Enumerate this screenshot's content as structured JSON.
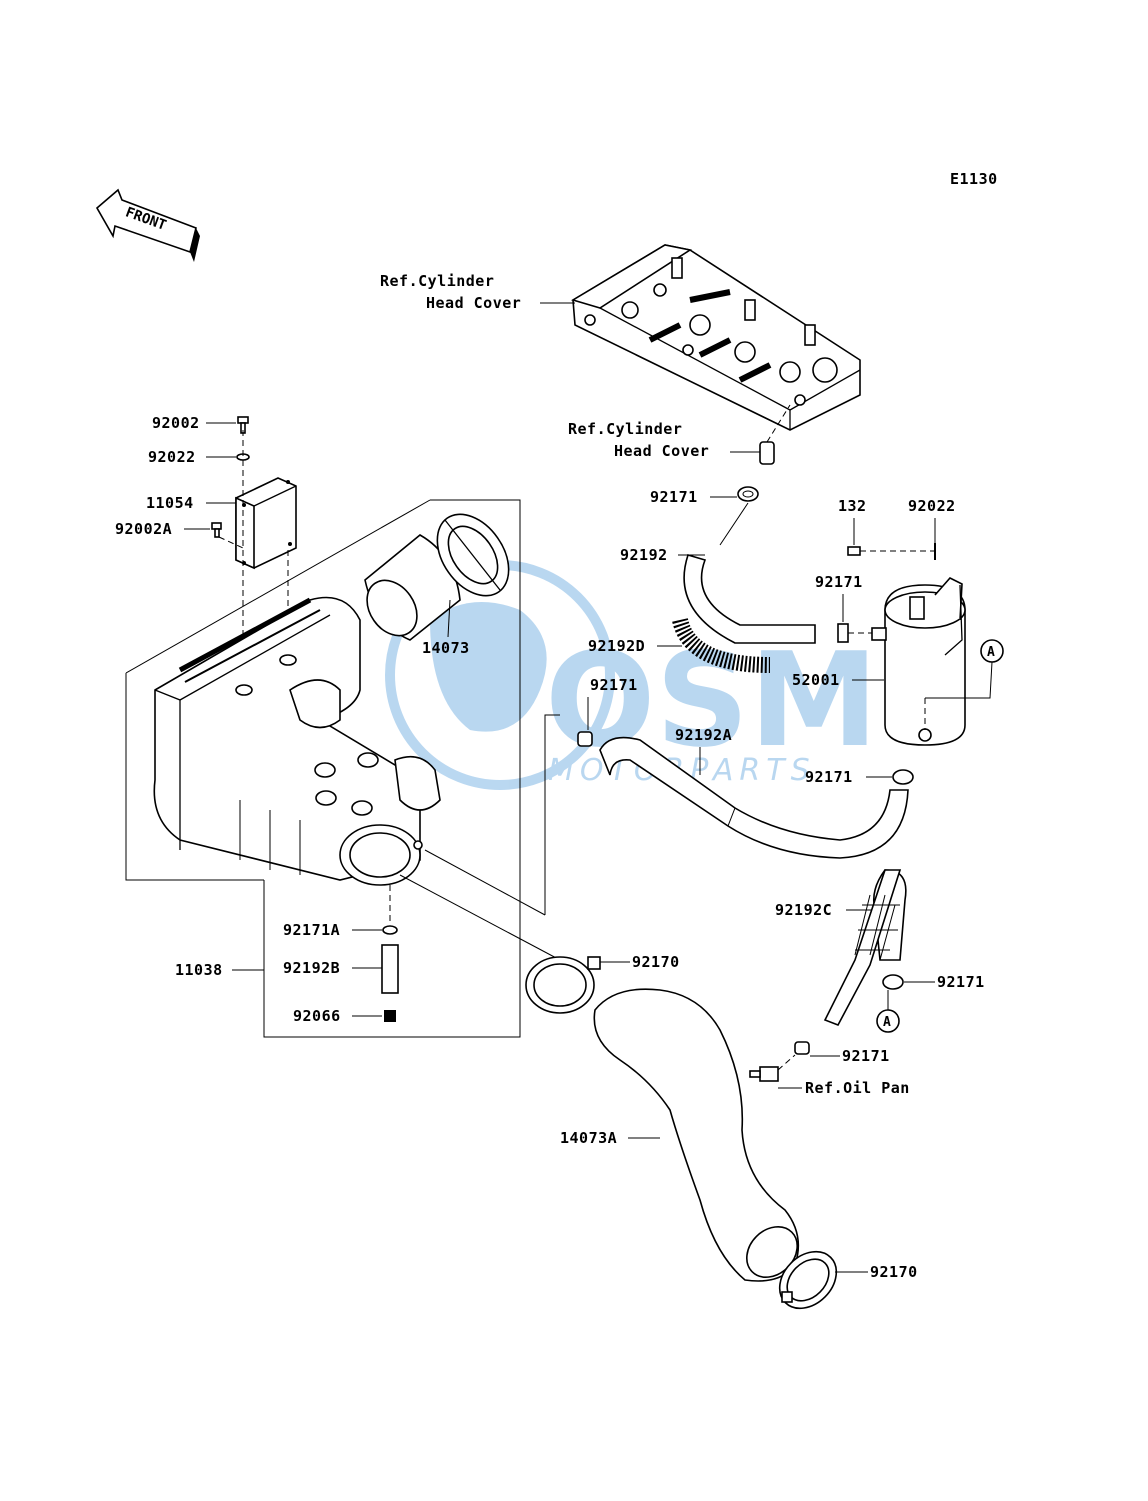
{
  "diagram_code": "E1130",
  "front_label": "FRONT",
  "watermark": {
    "brand": "OSM",
    "subtitle": "MOTORPARTS",
    "color": "#3a8fd6"
  },
  "refs": {
    "cyl_head_cover_1_line1": "Ref.Cylinder",
    "cyl_head_cover_1_line2": "Head Cover",
    "cyl_head_cover_2_line1": "Ref.Cylinder",
    "cyl_head_cover_2_line2": "Head Cover",
    "oil_pan": "Ref.Oil Pan"
  },
  "callout_marker": "A",
  "parts": {
    "p92002": "92002",
    "p92022_left": "92022",
    "p11054": "11054",
    "p92002A": "92002A",
    "p14073": "14073",
    "p92171A": "92171A",
    "p92192B": "92192B",
    "p11038": "11038",
    "p92066": "92066",
    "p92171_top": "92171",
    "p92192": "92192",
    "p132": "132",
    "p92022_right": "92022",
    "p92171_mid": "92171",
    "p92192D": "92192D",
    "p52001": "52001",
    "p92171_left": "92171",
    "p92192A": "92192A",
    "p92171_right": "92171",
    "p92192C": "92192C",
    "p92171_c": "92171",
    "p92171_low": "92171",
    "p92170_top": "92170",
    "p14073A": "14073A",
    "p92170_bottom": "92170"
  }
}
